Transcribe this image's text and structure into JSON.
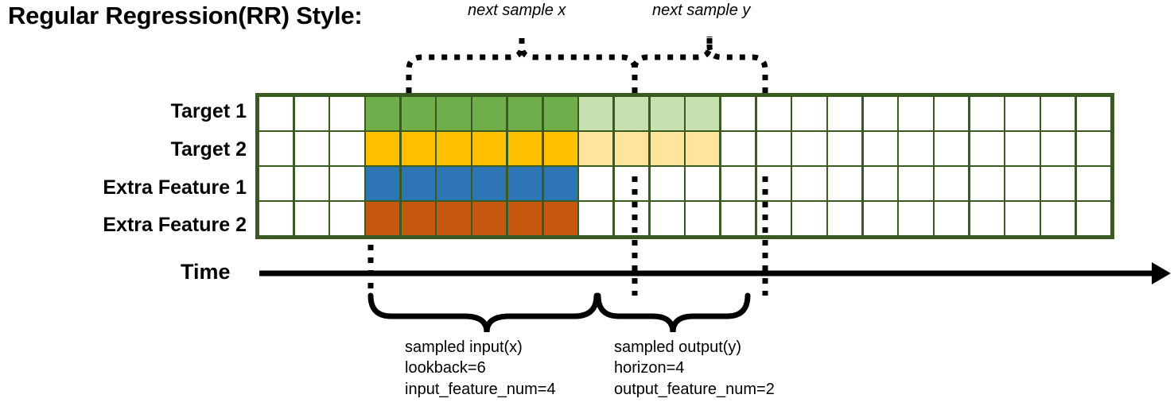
{
  "title": "Regular Regression(RR) Style:",
  "top_annotations": {
    "next_sample_x": "next sample x",
    "next_sample_y": "next sample y"
  },
  "axis": {
    "time_label": "Time",
    "arrow_icon": "arrow-right-icon"
  },
  "rows": [
    {
      "label": "Target 1",
      "fill": "green"
    },
    {
      "label": "Target 2",
      "fill": "yellow"
    },
    {
      "label": "Extra Feature 1",
      "fill": "blue"
    },
    {
      "label": "Extra Feature 2",
      "fill": "orange"
    }
  ],
  "grid": {
    "total_columns": 24,
    "leading_blank_columns": 3,
    "input_columns": 6,
    "output_columns": 4,
    "trailing_blank_columns": 11
  },
  "captions": {
    "input": {
      "line1": "sampled input(x)",
      "line2": "lookback=6",
      "line3": "input_feature_num=4"
    },
    "output": {
      "line1": "sampled output(y)",
      "line2": "horizon=4",
      "line3": "output_feature_num=2"
    }
  },
  "colors": {
    "border": "#3a5a22",
    "green": "#6FAE4B",
    "yellow": "#FFC000",
    "blue": "#2E75B6",
    "orange": "#C5570F",
    "green_light": "#C6E0B0",
    "yellow_light": "#FFE49B",
    "line": "#000000"
  }
}
